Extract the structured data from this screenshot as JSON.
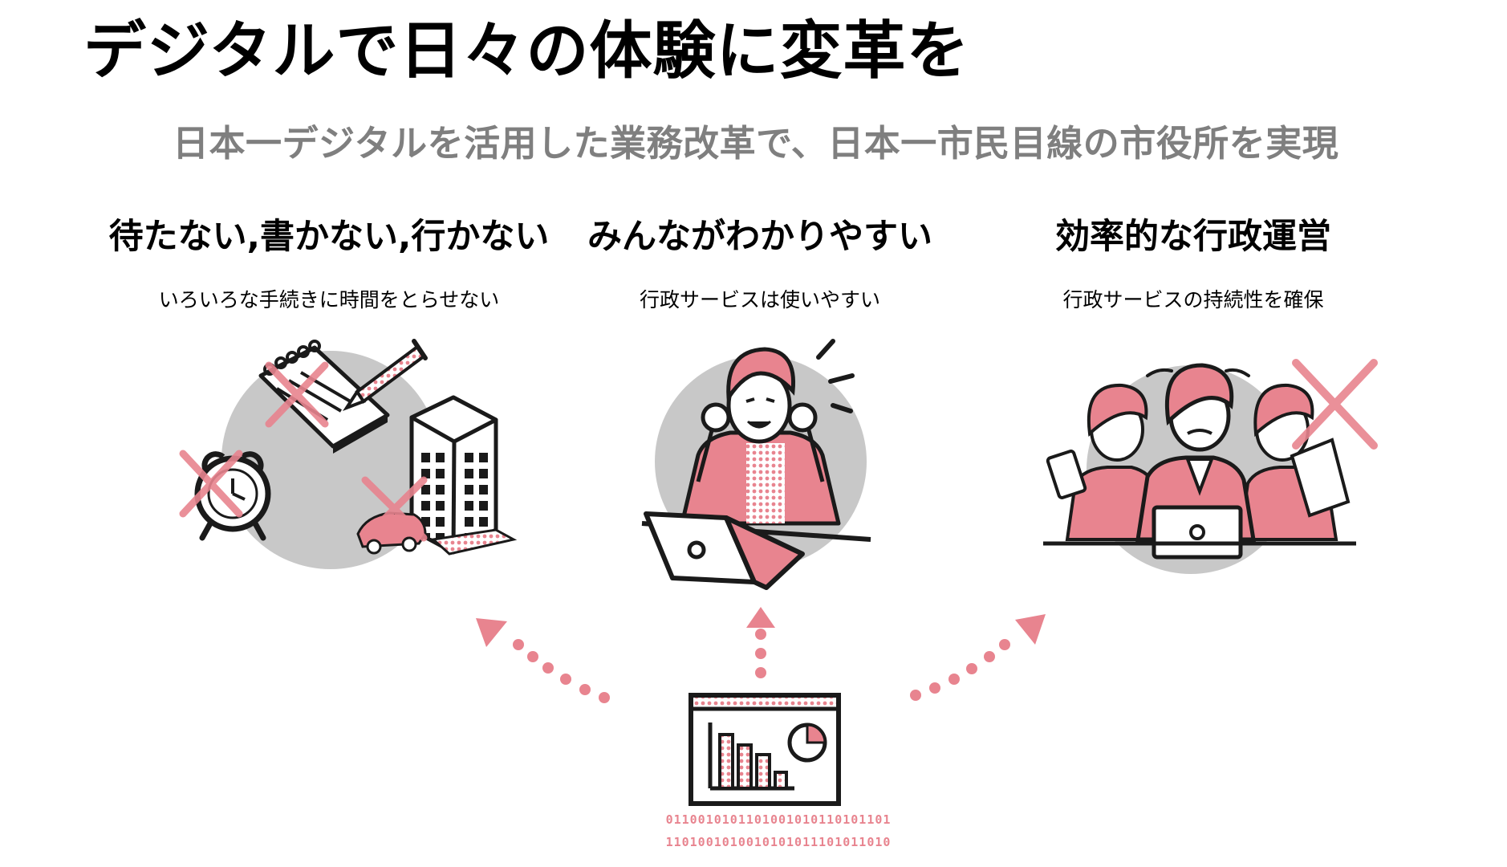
{
  "title": "デジタルで日々の体験に変革を",
  "subtitle": "日本一デジタルを活用した業務改革で、日本一市民目線の市役所を実現",
  "pillars": [
    {
      "heading": "待たない,書かない,行かない",
      "description": "いろいろな手続きに時間をとらせない"
    },
    {
      "heading": "みんながわかりやすい",
      "description": "行政サービスは使いやすい"
    },
    {
      "heading": "効率的な行政運営",
      "description": "行政サービスの持続性を確保"
    }
  ],
  "binary_lines": [
    "0110010101101001010110101101",
    "1101001010010101011101011010"
  ],
  "colors": {
    "accent": "#e8848f",
    "circle": "#c8c8c8",
    "subtitle": "#7f7f7f",
    "line": "#1a1a1a"
  },
  "icons": [
    "notepad-icon",
    "pencil-icon",
    "alarm-clock-icon",
    "car-icon",
    "office-building-icon",
    "cross-mark-icon",
    "cheering-person-icon",
    "laptop-icon",
    "stressed-workers-icon",
    "dashboard-chart-icon",
    "arrow-icon"
  ]
}
